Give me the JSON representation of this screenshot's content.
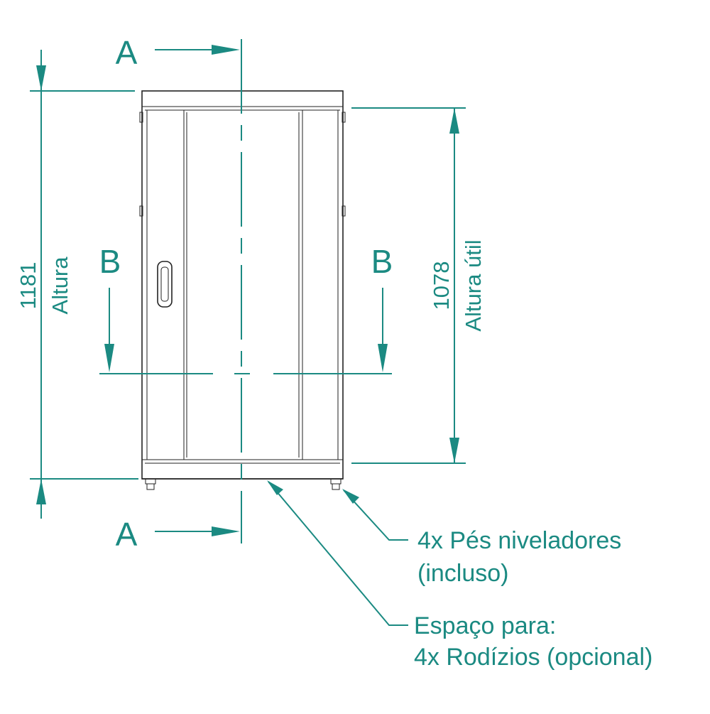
{
  "section_markers": {
    "top": "A",
    "bottom": "A",
    "left": "B",
    "right": "B"
  },
  "dimensions": {
    "total_height": {
      "value": "1181",
      "label": "Altura"
    },
    "usable_height": {
      "value": "1078",
      "label": "Altura útil"
    }
  },
  "callouts": {
    "feet": {
      "line1": "4x Pés niveladores",
      "line2": "(incluso)"
    },
    "casters": {
      "line1": "Espaço para:",
      "line2": "4x Rodízios (opcional)"
    }
  },
  "colors": {
    "dimension": "#1b8a82",
    "outline": "#222222"
  }
}
